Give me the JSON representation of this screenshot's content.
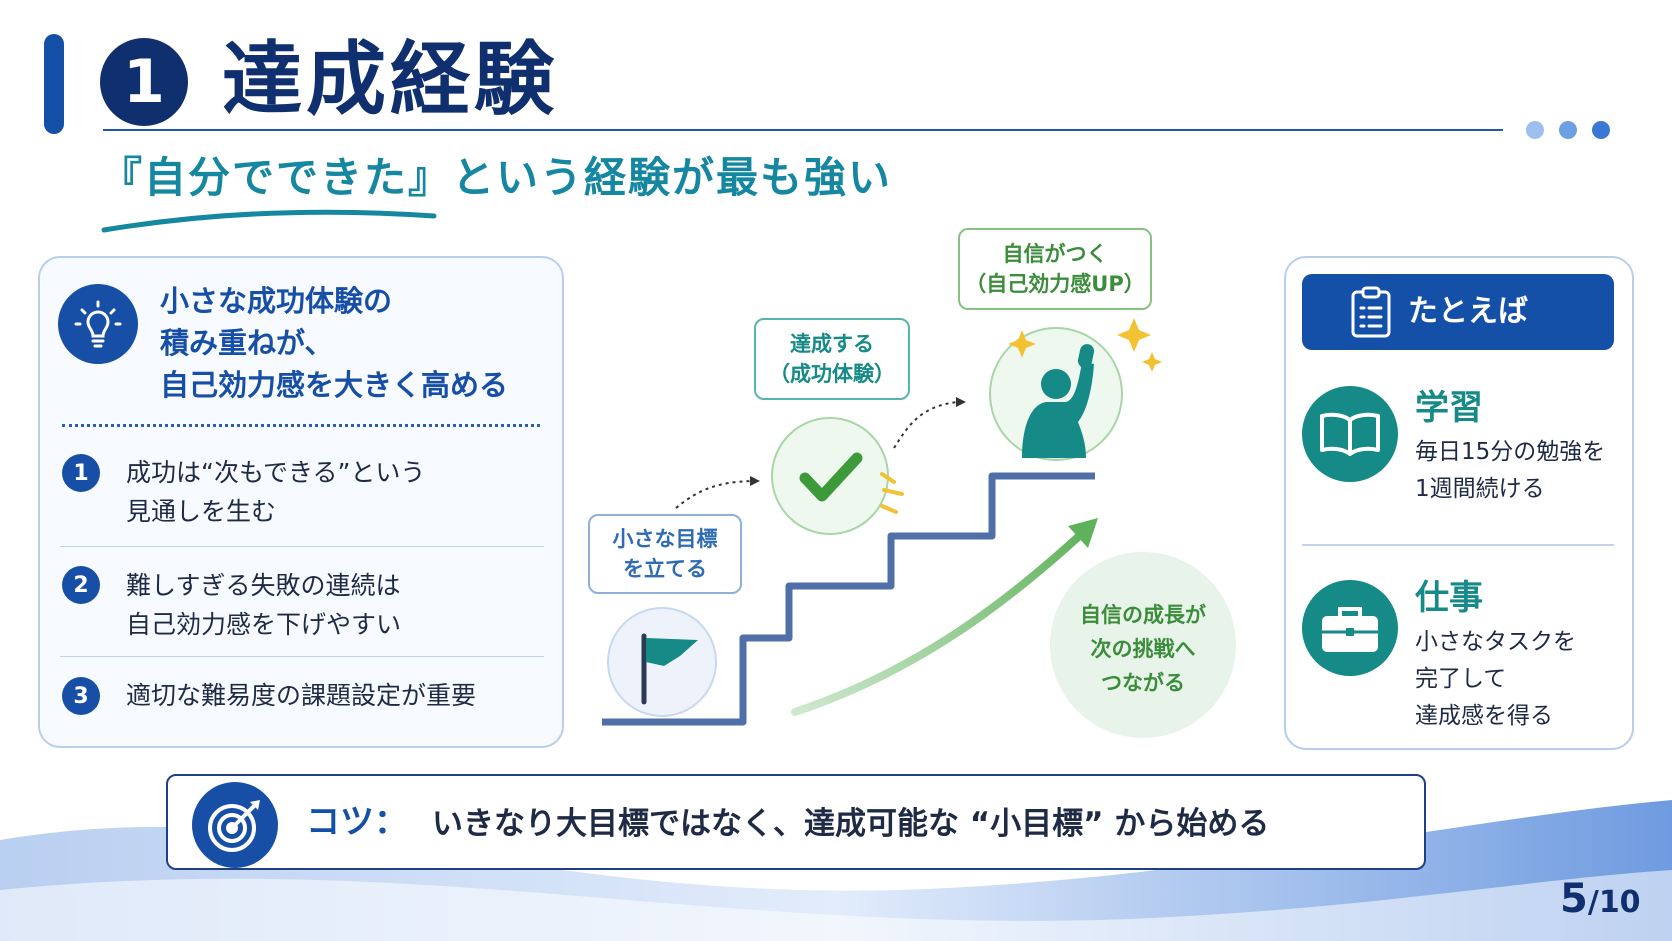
{
  "header": {
    "number": "1",
    "title": "達成経験",
    "subtitle": "『自分でできた』という経験が最も強い"
  },
  "colors": {
    "navy": "#0f2f6e",
    "blue": "#174fa6",
    "teal": "#168a86",
    "green": "#3c8d3b",
    "light_blue": "#8fb0d9"
  },
  "left_card": {
    "icon": "lightbulb-icon",
    "lead": [
      "小さな成功体験の",
      "積み重ねが、",
      "自己効力感を大きく高める"
    ],
    "points": [
      {
        "num": "1",
        "line1": "成功は“次もできる”という",
        "line2": "見通しを生む"
      },
      {
        "num": "2",
        "line1": "難しすぎる失敗の連続は",
        "line2": "自己効力感を下げやすい"
      },
      {
        "num": "3",
        "line1": "適切な難易度の課題設定が重要",
        "line2": ""
      }
    ]
  },
  "diagram": {
    "step1": {
      "line1": "小さな目標",
      "line2": "を立てる",
      "icon": "flag-icon"
    },
    "step2": {
      "line1": "達成する",
      "line2": "（成功体験）",
      "icon": "checkmark-icon"
    },
    "step3": {
      "line1": "自信がつく",
      "line2": "（自己効力感UP）",
      "icon": "person-raising-hand-icon"
    },
    "growth": [
      "自信の成長が",
      "次の挑戦へ",
      "つながる"
    ]
  },
  "examples": {
    "title": "たとえば",
    "icon": "clipboard-icon",
    "items": [
      {
        "heading": "学習",
        "icon": "book-icon",
        "lines": [
          "毎日15分の勉強を",
          "1週間続ける"
        ]
      },
      {
        "heading": "仕事",
        "icon": "briefcase-icon",
        "lines": [
          "小さなタスクを",
          "完了して",
          "達成感を得る"
        ]
      }
    ]
  },
  "tip": {
    "icon": "target-icon",
    "label": "コツ：",
    "text": "いきなり大目標ではなく、達成可能な “小目標” から始める"
  },
  "pagination": {
    "current": "5",
    "separator": "/",
    "total": "10"
  }
}
